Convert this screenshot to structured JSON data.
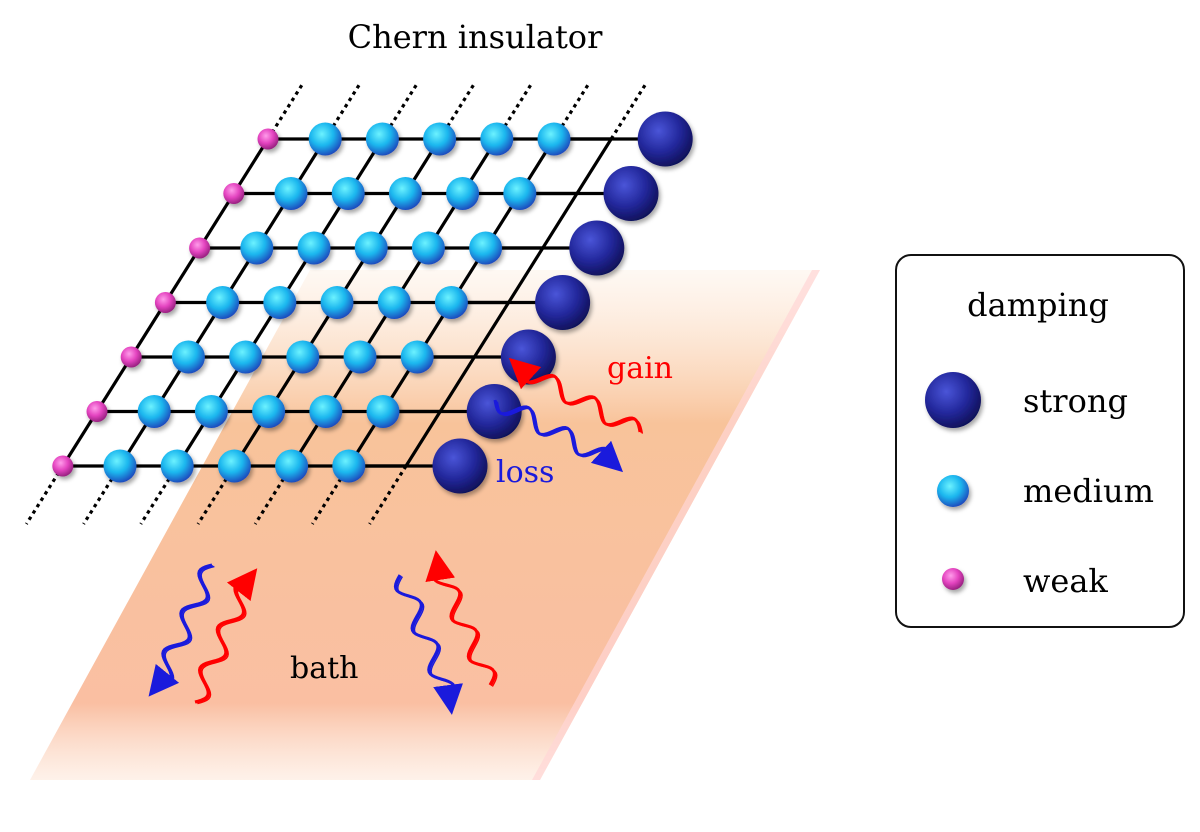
{
  "title": "Chern insulator",
  "labels": {
    "gain": "gain",
    "loss": "loss",
    "bath": "bath"
  },
  "legend": {
    "title": "damping",
    "items": [
      {
        "label": "strong",
        "kind": "strong"
      },
      {
        "label": "medium",
        "kind": "medium"
      },
      {
        "label": "weak",
        "kind": "weak"
      }
    ]
  },
  "colors": {
    "gain": "#ff0000",
    "loss": "#1a1adc",
    "strong": "#1c1c8a",
    "medium": "#1aa8e8",
    "weak": "#e040b8",
    "bath": "#f7b58e",
    "lattice": "#000000"
  },
  "lattice": {
    "rows": 7,
    "cols": 7
  }
}
